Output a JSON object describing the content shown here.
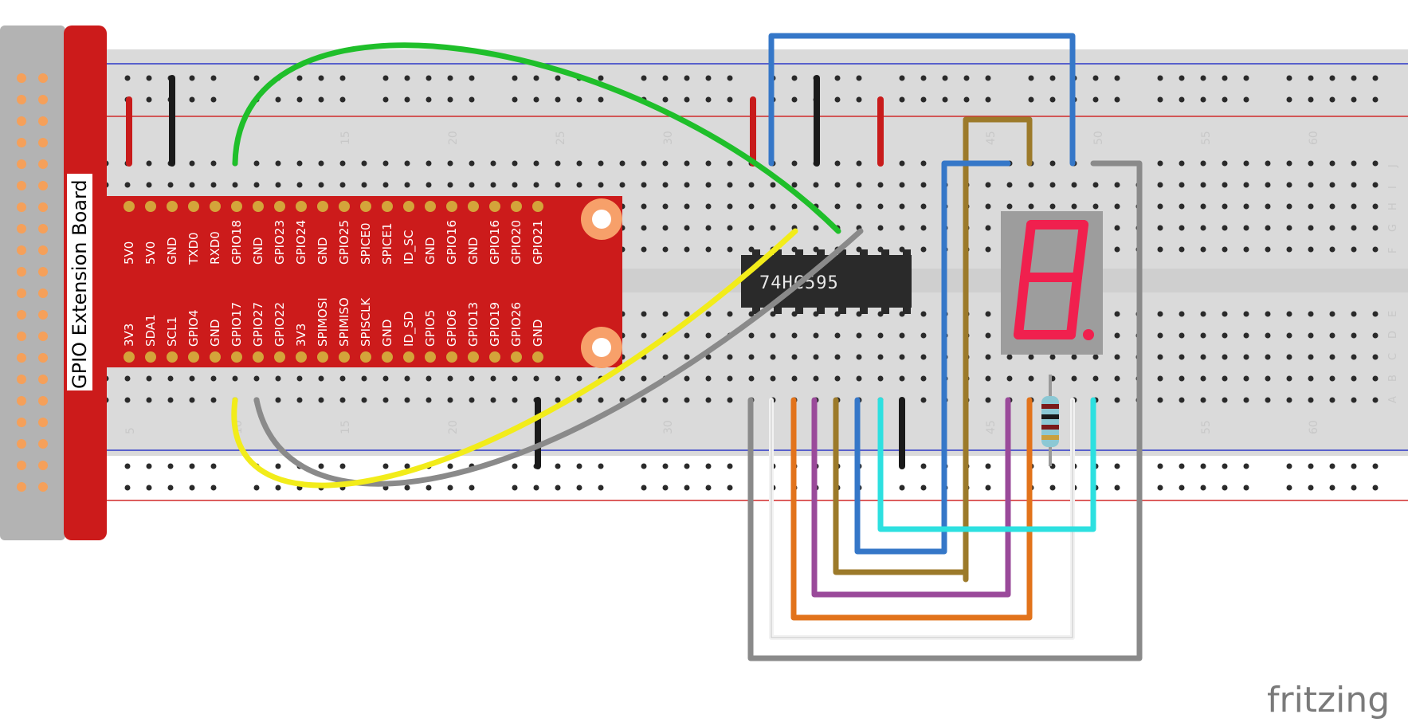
{
  "extension_board": {
    "title": "GPIO Extension Board",
    "top_pins": [
      "5V0",
      "5V0",
      "GND",
      "TXD0",
      "RXD0",
      "GPIO18",
      "GND",
      "GPIO23",
      "GPIO24",
      "GND",
      "GPIO25",
      "SPICE0",
      "SPICE1",
      "ID_SC",
      "GND",
      "GPIO16",
      "GND",
      "GPIO16",
      "GPIO20",
      "GPIO21"
    ],
    "bottom_pins": [
      "3V3",
      "SDA1",
      "SCL1",
      "GPIO4",
      "GND",
      "GPIO17",
      "GPIO27",
      "GPIO22",
      "3V3",
      "SPIMOSI",
      "SPIMISO",
      "SPISCLK",
      "GND",
      "ID_SD",
      "GPIO5",
      "GPIO6",
      "GPIO13",
      "GPIO19",
      "GPIO26",
      "GND"
    ]
  },
  "breadboard": {
    "column_numbers_top": [
      "15",
      "20",
      "25",
      "30",
      "45",
      "50",
      "55",
      "60"
    ],
    "column_numbers_bottom": [
      "5",
      "10",
      "15",
      "20",
      "30",
      "45",
      "55",
      "60"
    ],
    "row_letters_top": [
      "J",
      "I",
      "H",
      "G",
      "F"
    ],
    "row_letters_bottom": [
      "E",
      "D",
      "C",
      "B",
      "A"
    ]
  },
  "chip": {
    "label": "74HC595"
  },
  "display": {
    "type": "7-segment",
    "color": "#f0204e"
  },
  "brand": {
    "name": "fritzing"
  },
  "colors": {
    "board_red": "#cc1b1b",
    "breadboard": "#d9d9d9",
    "wire_green": "#1fbf2a",
    "wire_yellow": "#f2ec1a",
    "wire_gray": "#7f7f7f",
    "wire_blue": "#3577c8",
    "wire_brown": "#9c7a2a",
    "wire_orange": "#e2731b",
    "wire_purple": "#9a4a9a",
    "wire_cyan": "#2de0e0"
  }
}
